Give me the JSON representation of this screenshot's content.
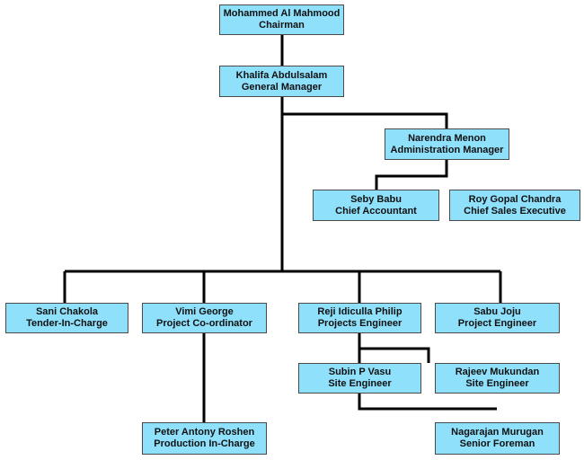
{
  "org_chart": {
    "line_color": "#000000",
    "box_fill": "#8fe0fb",
    "nodes": {
      "chairman": {
        "name": "Mohammed Al Mahmood",
        "title": "Chairman"
      },
      "general_manager": {
        "name": "Khalifa Abdulsalam",
        "title": "General Manager"
      },
      "admin_manager": {
        "name": "Narendra Menon",
        "title": "Administration Manager"
      },
      "chief_accountant": {
        "name": "Seby Babu",
        "title": "Chief Accountant"
      },
      "chief_sales": {
        "name": "Roy Gopal Chandra",
        "title": "Chief Sales Executive"
      },
      "tender": {
        "name": "Sani Chakola",
        "title": "Tender-In-Charge"
      },
      "project_coordinator": {
        "name": "Vimi George",
        "title": "Project Co-ordinator"
      },
      "projects_engineer": {
        "name": "Reji Idiculla Philip",
        "title": "Projects Engineer"
      },
      "project_engineer": {
        "name": "Sabu Joju",
        "title": "Project Engineer"
      },
      "site_engineer_1": {
        "name": "Subin P Vasu",
        "title": "Site Engineer"
      },
      "site_engineer_2": {
        "name": "Rajeev Mukundan",
        "title": "Site Engineer"
      },
      "production": {
        "name": "Peter Antony Roshen",
        "title": "Production In-Charge"
      },
      "senior_foreman": {
        "name": "Nagarajan Murugan",
        "title": "Senior Foreman"
      }
    }
  }
}
